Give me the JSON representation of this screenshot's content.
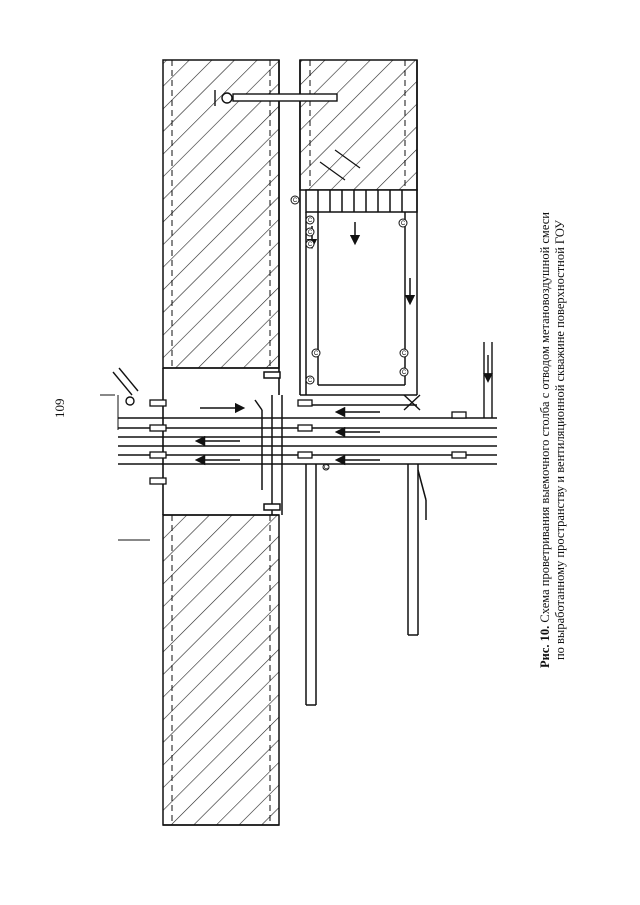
{
  "page": {
    "number": "109"
  },
  "caption": {
    "label": "Рис. 10.",
    "line1": "Схема проветривания выемочного столба с отводом метановоздушной смеси",
    "line2": "по выработанному пространству и вентиляционной скважине поверхностной ГОУ"
  },
  "diagram": {
    "circle_labels": [
      "С",
      "С",
      "С",
      "С",
      "С",
      "С",
      "С",
      "С",
      "С",
      "С"
    ]
  }
}
